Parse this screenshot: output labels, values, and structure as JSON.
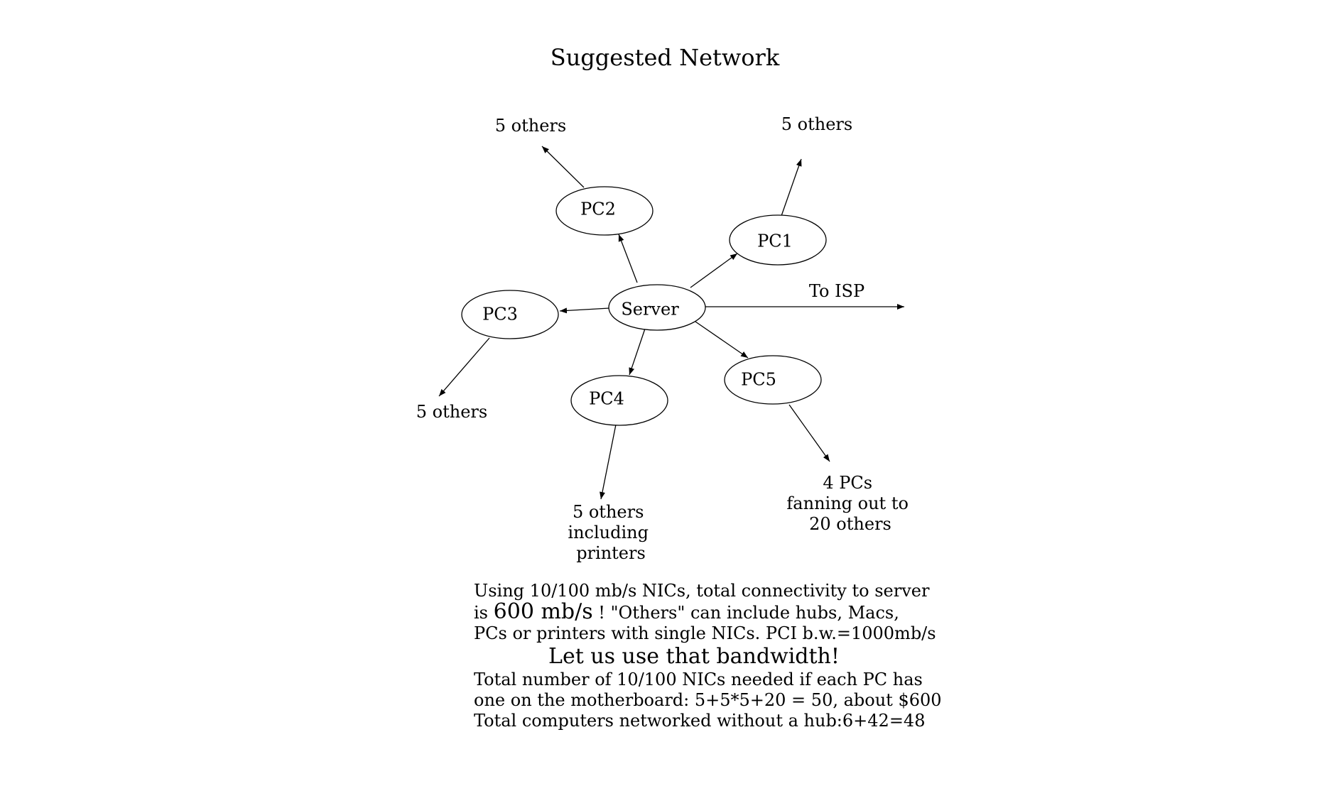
{
  "title": "Suggested Network",
  "nodes": {
    "server": "Server",
    "pc1": "PC1",
    "pc2": "PC2",
    "pc3": "PC3",
    "pc4": "PC4",
    "pc5": "PC5"
  },
  "edge_labels": {
    "to_isp": "To ISP",
    "pc1_out": "5 others",
    "pc2_out": "5 others",
    "pc3_out": "5 others",
    "pc4_out": [
      "5 others",
      "including",
      "printers"
    ],
    "pc5_out": [
      "4 PCs",
      "fanning out to",
      "20 others"
    ]
  },
  "notes": {
    "line1": "Using 10/100 mb/s NICs, total connectivity to server",
    "line2_pre": "is",
    "line2_big": "600 mb/s",
    "line2_post": "! \"Others\" can include hubs, Macs,",
    "line3": "PCs or printers with single NICs. PCI b.w.=1000mb/s",
    "headline": "Let us use that bandwidth!",
    "line5": "Total number of 10/100 NICs needed if each PC has",
    "line6": "one on the motherboard: 5+5*5+20 = 50, about $600",
    "line7": "Total computers networked without a hub:6+42=48"
  }
}
